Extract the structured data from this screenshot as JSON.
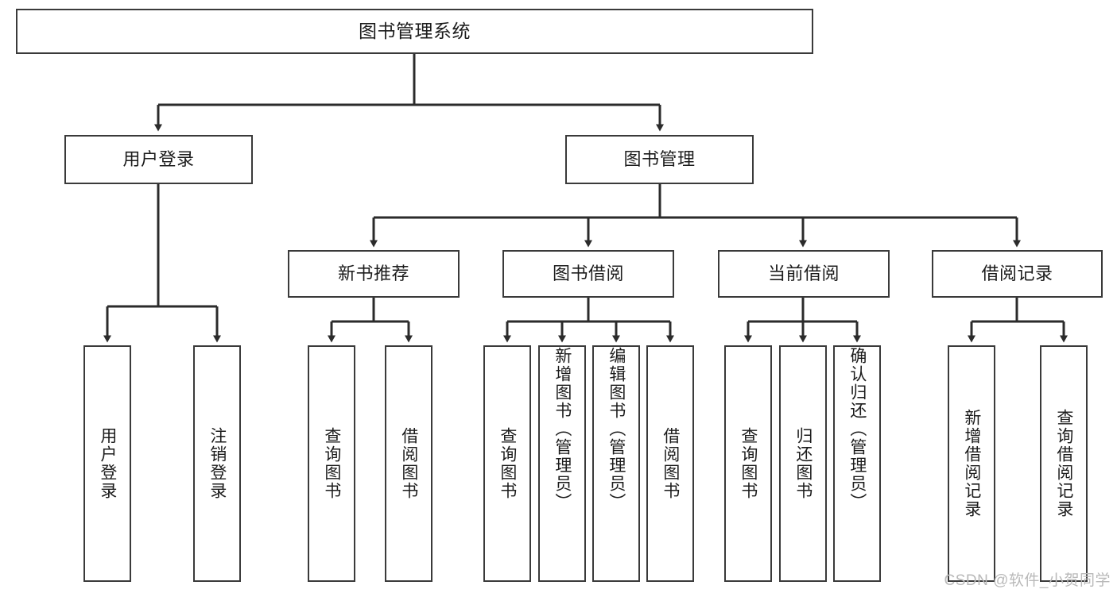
{
  "diagram": {
    "title": "图书管理系统",
    "watermark": "CSDN @软件_小贺同学",
    "colors": {
      "box_border": "#3a3a3a",
      "line": "#2b2b2b",
      "text": "#1c1c1c",
      "background": "#ffffff",
      "watermark": "#b9b9b9"
    },
    "nodes": {
      "root": {
        "label": "图书管理系统"
      },
      "level2": [
        {
          "id": "user-login",
          "label": "用户登录"
        },
        {
          "id": "book-manage",
          "label": "图书管理"
        }
      ],
      "level3": [
        {
          "id": "new-book-recommend",
          "label": "新书推荐"
        },
        {
          "id": "book-borrow",
          "label": "图书借阅"
        },
        {
          "id": "current-borrow",
          "label": "当前借阅"
        },
        {
          "id": "borrow-record",
          "label": "借阅记录"
        }
      ],
      "leaves": [
        {
          "id": "leaf-user-login",
          "label": "用户登录",
          "parent": "user-login"
        },
        {
          "id": "leaf-user-logout",
          "label": "注销登录",
          "parent": "user-login"
        },
        {
          "id": "leaf-query-book-1",
          "label": "查询图书",
          "parent": "new-book-recommend"
        },
        {
          "id": "leaf-borrow-book-1",
          "label": "借阅图书",
          "parent": "new-book-recommend"
        },
        {
          "id": "leaf-query-book-2",
          "label": "查询图书",
          "parent": "book-borrow"
        },
        {
          "id": "leaf-add-book",
          "label": "新增图书（管理员）",
          "parent": "book-borrow"
        },
        {
          "id": "leaf-edit-book",
          "label": "编辑图书（管理员）",
          "parent": "book-borrow"
        },
        {
          "id": "leaf-borrow-book-2",
          "label": "借阅图书",
          "parent": "book-borrow"
        },
        {
          "id": "leaf-query-book-3",
          "label": "查询图书",
          "parent": "current-borrow"
        },
        {
          "id": "leaf-return-book",
          "label": "归还图书",
          "parent": "current-borrow"
        },
        {
          "id": "leaf-confirm-return",
          "label": "确认归还（管理员）",
          "parent": "current-borrow"
        },
        {
          "id": "leaf-add-record",
          "label": "新增借阅记录",
          "parent": "borrow-record"
        },
        {
          "id": "leaf-query-record",
          "label": "查询借阅记录",
          "parent": "borrow-record"
        }
      ]
    }
  }
}
